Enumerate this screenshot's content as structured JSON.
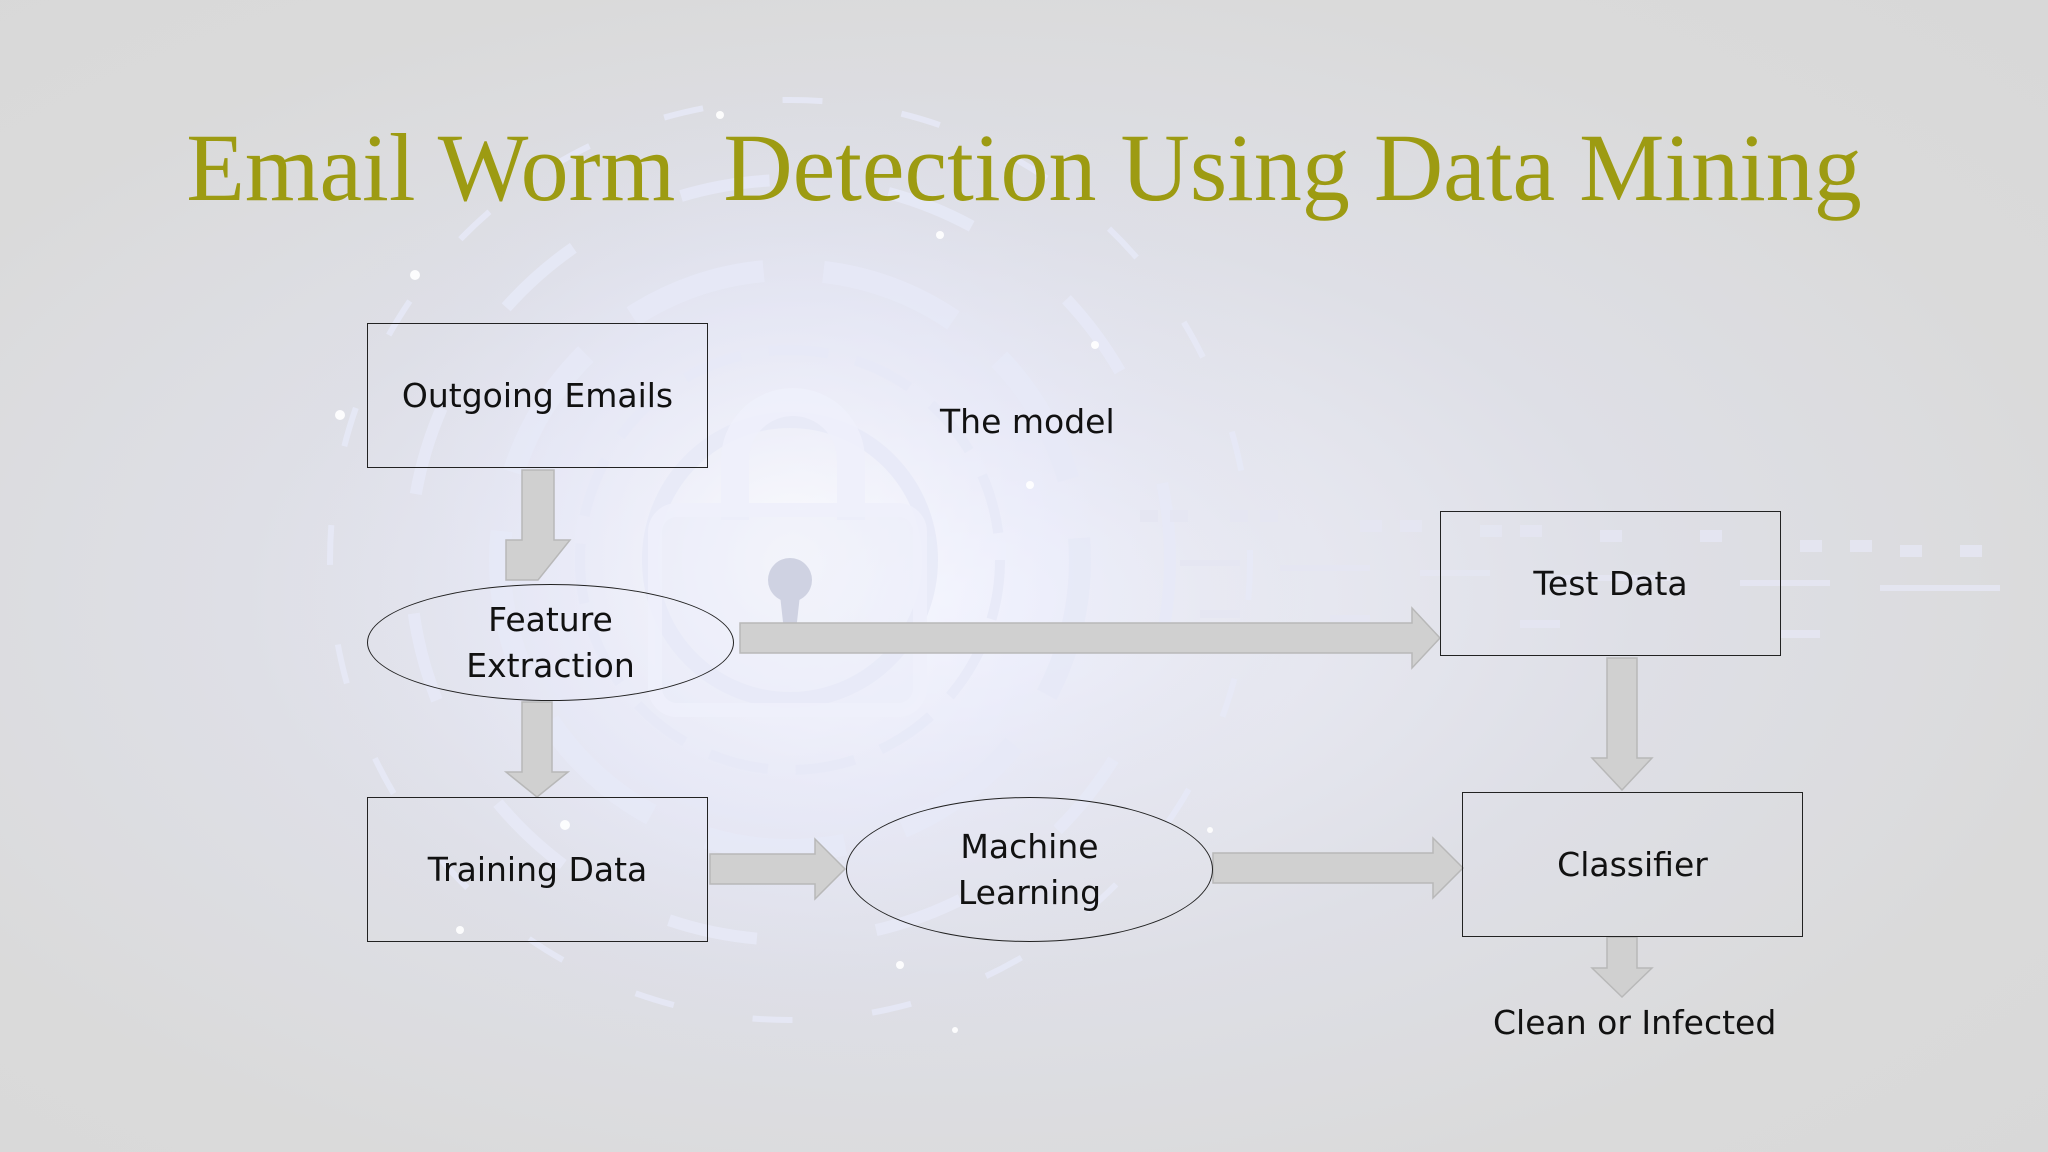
{
  "slide": {
    "title": "Email Worm  Detection Using Data Mining"
  },
  "diagram": {
    "model_label": "The model",
    "nodes": {
      "outgoing_emails": "Outgoing Emails",
      "feature_extraction_line1": "Feature",
      "feature_extraction_line2": "Extraction",
      "training_data": "Training Data",
      "machine_learning_line1": "Machine",
      "machine_learning_line2": "Learning",
      "test_data": "Test Data",
      "classifier": "Classifier"
    },
    "output_label": "Clean or Infected"
  },
  "colors": {
    "title": "#9d9b12",
    "arrow_fill": "#d0d0d0",
    "arrow_stroke": "#b8b8b8",
    "border": "#222222"
  }
}
